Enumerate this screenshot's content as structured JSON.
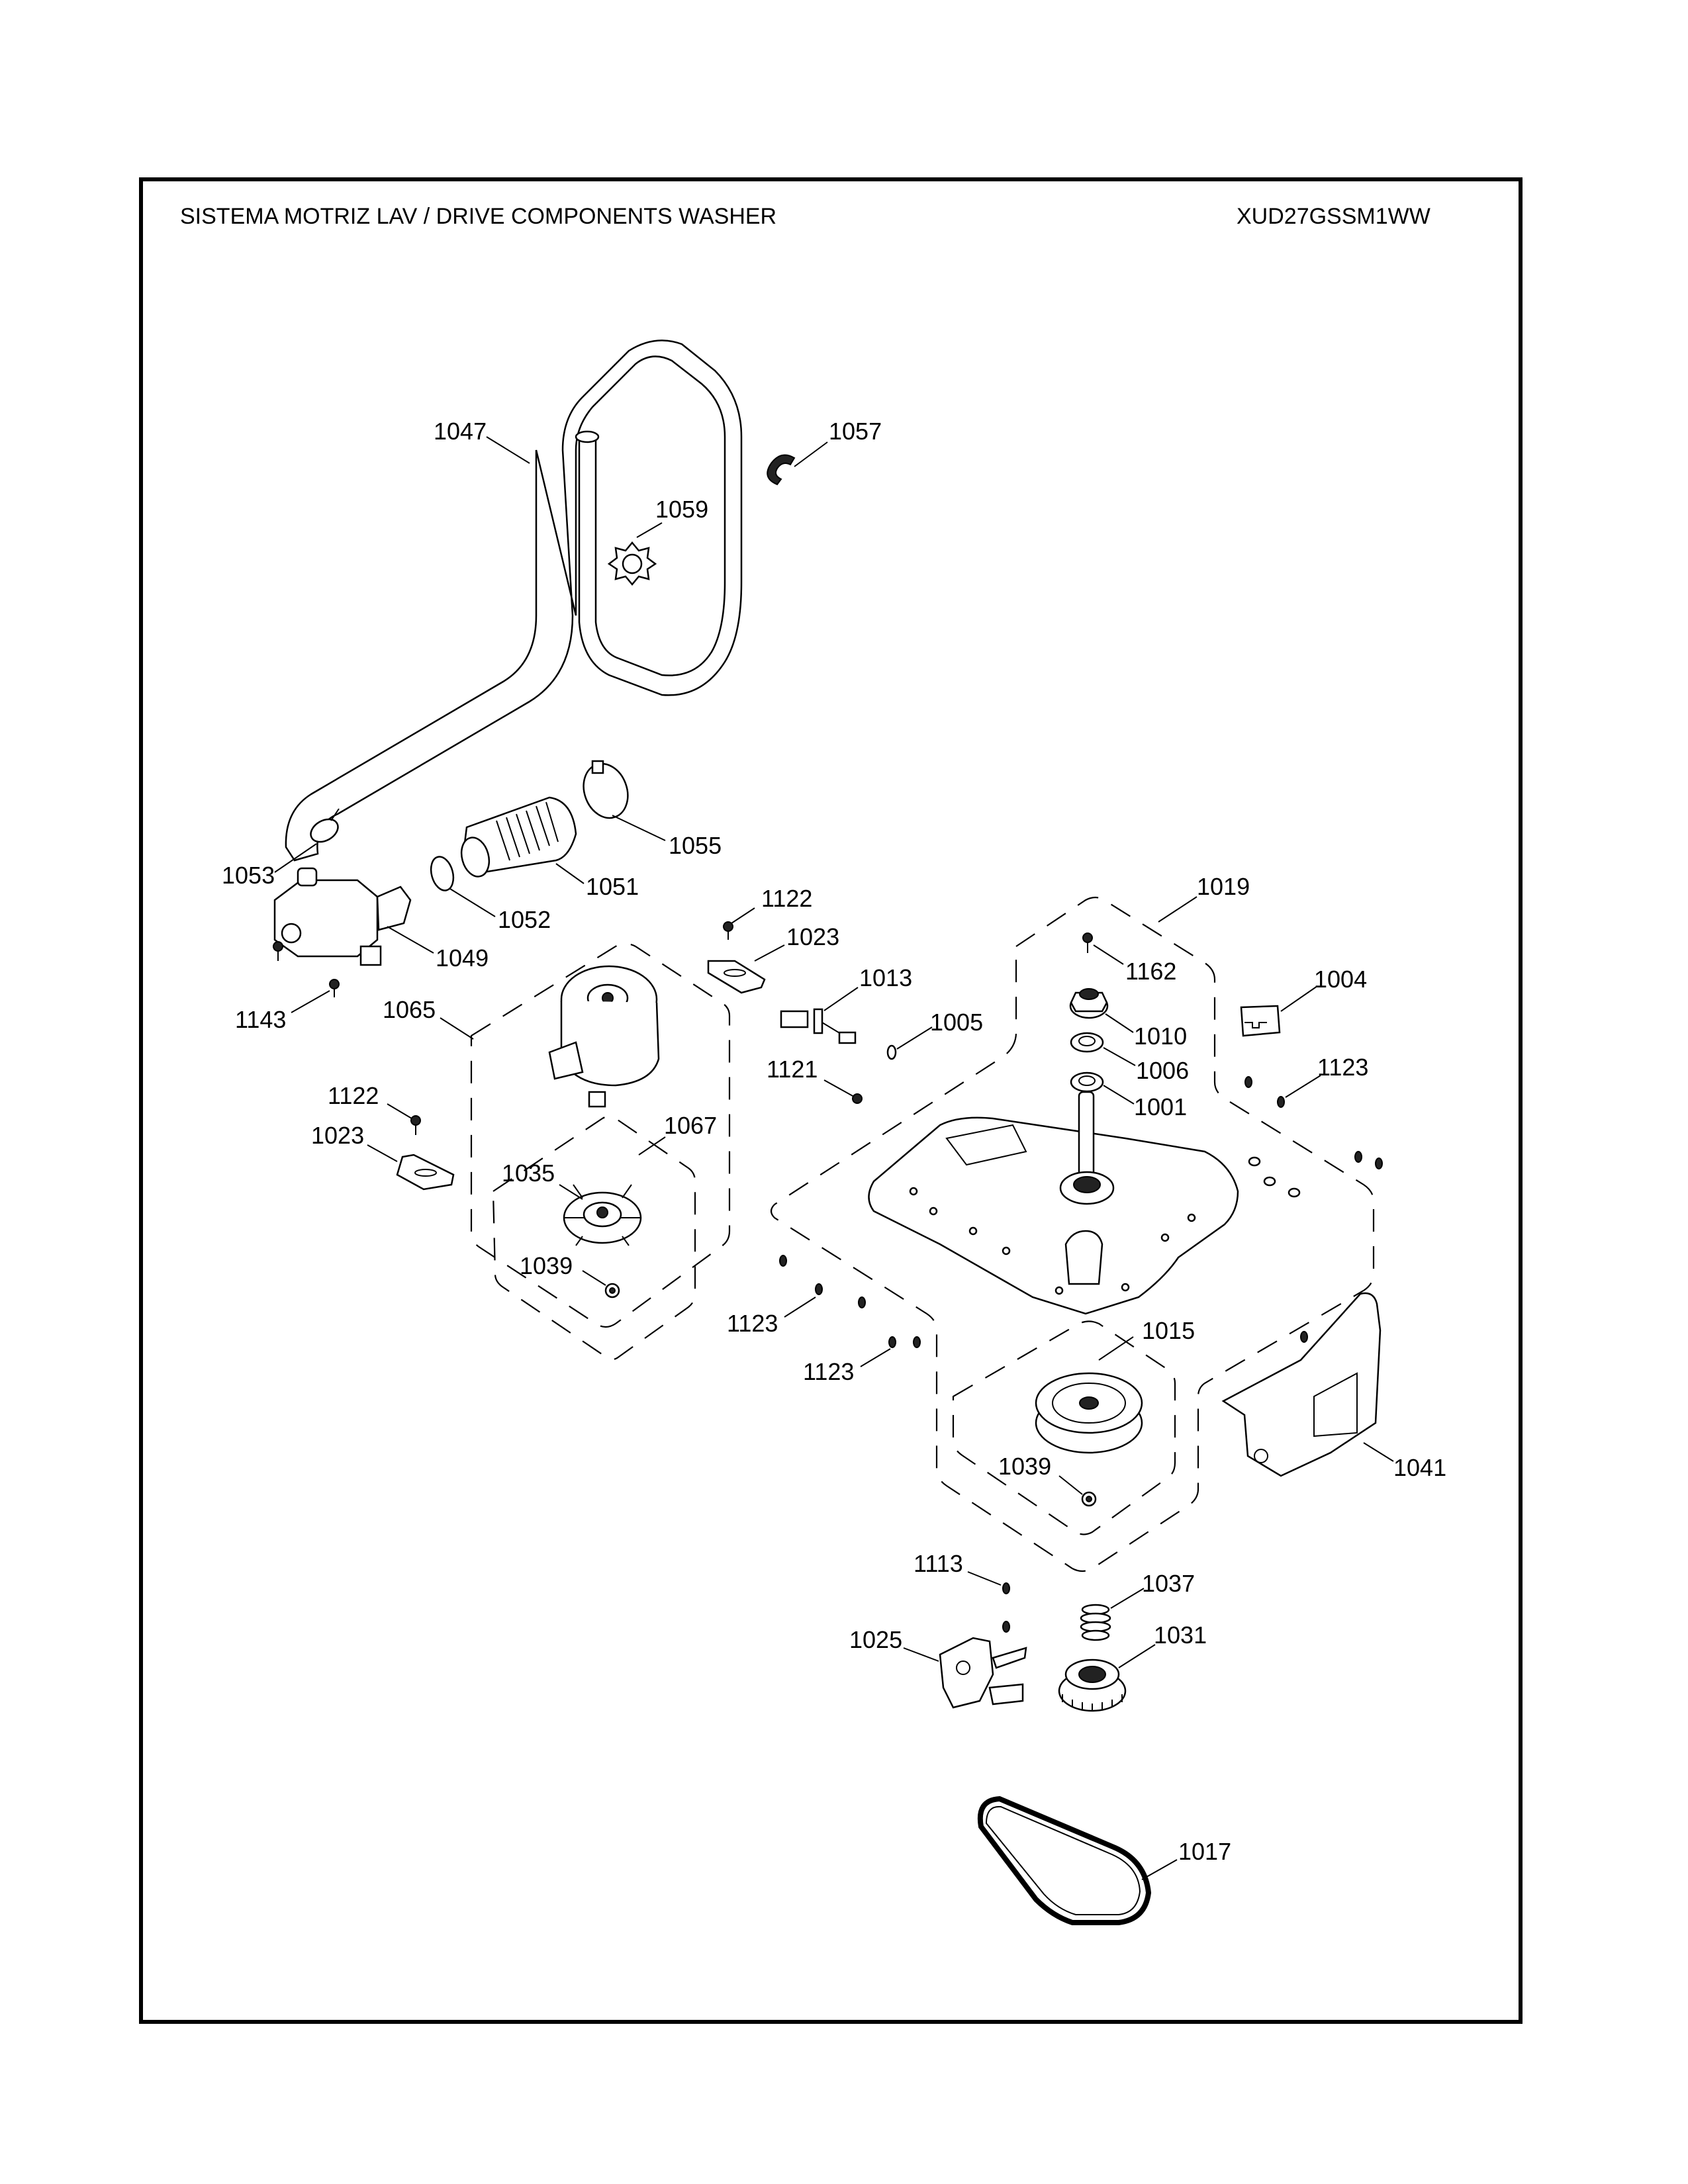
{
  "header": {
    "title": "SISTEMA MOTRIZ LAV / DRIVE COMPONENTS WASHER",
    "model": "XUD27GSSM1WW"
  },
  "parts": [
    {
      "id": "p1047",
      "label": "1047",
      "name": "drain-hose"
    },
    {
      "id": "p1057",
      "label": "1057",
      "name": "hose-clip"
    },
    {
      "id": "p1059",
      "label": "1059",
      "name": "hose-holder-star"
    },
    {
      "id": "p1053",
      "label": "1053",
      "name": "hose-clamp-small"
    },
    {
      "id": "p1055",
      "label": "1055",
      "name": "hose-clamp-large"
    },
    {
      "id": "p1051",
      "label": "1051",
      "name": "bellows-hose"
    },
    {
      "id": "p1052",
      "label": "1052",
      "name": "wire-clamp"
    },
    {
      "id": "p1049",
      "label": "1049",
      "name": "drain-pump"
    },
    {
      "id": "p1143",
      "label": "1143",
      "name": "pump-screw"
    },
    {
      "id": "p1065",
      "label": "1065",
      "name": "motor-assembly"
    },
    {
      "id": "p1122a",
      "label": "1122",
      "name": "screw-upper"
    },
    {
      "id": "p1023a",
      "label": "1023",
      "name": "bracket-upper"
    },
    {
      "id": "p1013",
      "label": "1013",
      "name": "harness-sensor"
    },
    {
      "id": "p1005",
      "label": "1005",
      "name": "wire-clip"
    },
    {
      "id": "p1121",
      "label": "1121",
      "name": "screw-small"
    },
    {
      "id": "p1122b",
      "label": "1122",
      "name": "screw-lower"
    },
    {
      "id": "p1023b",
      "label": "1023",
      "name": "bracket-lower"
    },
    {
      "id": "p1067",
      "label": "1067",
      "name": "fan-assembly"
    },
    {
      "id": "p1035",
      "label": "1035",
      "name": "motor-fan"
    },
    {
      "id": "p1039a",
      "label": "1039",
      "name": "fan-nut"
    },
    {
      "id": "p1019",
      "label": "1019",
      "name": "gear-case-assembly"
    },
    {
      "id": "p1162",
      "label": "1162",
      "name": "shaft-screw"
    },
    {
      "id": "p1010",
      "label": "1010",
      "name": "flange-nut"
    },
    {
      "id": "p1006",
      "label": "1006",
      "name": "washer-upper"
    },
    {
      "id": "p1001",
      "label": "1001",
      "name": "washer-lower"
    },
    {
      "id": "p1004",
      "label": "1004",
      "name": "clip-bracket"
    },
    {
      "id": "p1123a",
      "label": "1123",
      "name": "screw-right"
    },
    {
      "id": "p1123b",
      "label": "1123",
      "name": "screw-left-a"
    },
    {
      "id": "p1123c",
      "label": "1123",
      "name": "screw-left-b"
    },
    {
      "id": "p1015",
      "label": "1015",
      "name": "pulley-assembly"
    },
    {
      "id": "p1039b",
      "label": "1039",
      "name": "pulley-nut"
    },
    {
      "id": "p1041",
      "label": "1041",
      "name": "motor-cover-bracket"
    },
    {
      "id": "p1113",
      "label": "1113",
      "name": "actuator-screw"
    },
    {
      "id": "p1025",
      "label": "1025",
      "name": "clutch-actuator"
    },
    {
      "id": "p1037",
      "label": "1037",
      "name": "clutch-spring"
    },
    {
      "id": "p1031",
      "label": "1031",
      "name": "clutch-coupling"
    },
    {
      "id": "p1017",
      "label": "1017",
      "name": "drive-belt"
    }
  ]
}
